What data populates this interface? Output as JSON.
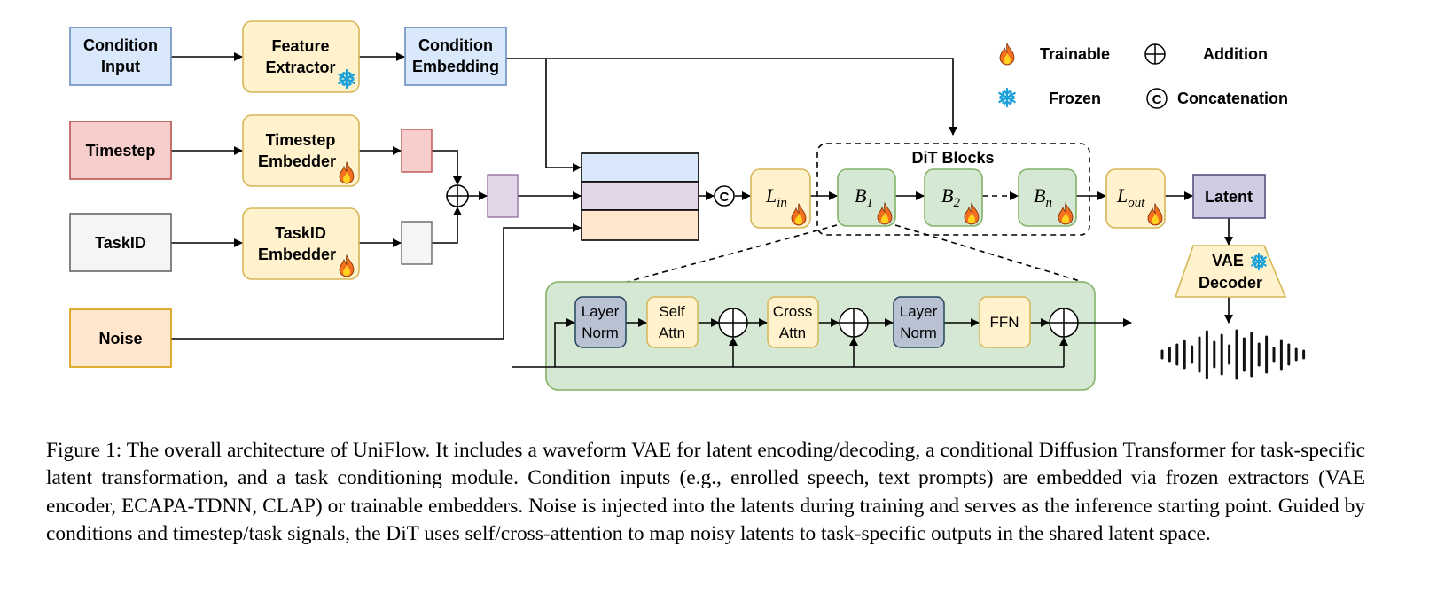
{
  "diagram": {
    "inputs": {
      "condition_input": [
        "Condition",
        "Input"
      ],
      "timestep": "Timestep",
      "taskid": "TaskID",
      "noise": "Noise"
    },
    "modules": {
      "feature_extractor": [
        "Feature",
        "Extractor"
      ],
      "condition_embedding": [
        "Condition",
        "Embedding"
      ],
      "timestep_embedder": [
        "Timestep",
        "Embedder"
      ],
      "taskid_embedder": [
        "TaskID",
        "Embedder"
      ]
    },
    "dit": {
      "group_title": "DiT Blocks",
      "l_in": {
        "base": "L",
        "sub": "in"
      },
      "l_out": {
        "base": "L",
        "sub": "out"
      },
      "b1": {
        "base": "B",
        "sub": "1"
      },
      "b2": {
        "base": "B",
        "sub": "2"
      },
      "bn": {
        "base": "B",
        "sub": "n"
      }
    },
    "detail": {
      "layer_norm_1": [
        "Layer",
        "Norm"
      ],
      "self_attn": [
        "Self",
        "Attn"
      ],
      "cross_attn": [
        "Cross",
        "Attn"
      ],
      "layer_norm_2": [
        "Layer",
        "Norm"
      ],
      "ffn": "FFN"
    },
    "output": {
      "latent": "Latent",
      "vae_decoder": [
        "VAE",
        "Decoder"
      ]
    },
    "concat_symbol": "C",
    "legend": {
      "trainable": "Trainable",
      "frozen": "Frozen",
      "addition": "Addition",
      "concatenation": "Concatenation",
      "concat_symbol": "C"
    },
    "colors": {
      "blue_fill": "#dae8fc",
      "blue_stroke": "#6c8ebf",
      "yellow_fill": "#fff2cc",
      "yellow_stroke": "#d6b656",
      "red_fill": "#f8cecc",
      "red_stroke": "#b85450",
      "gray_fill": "#f5f5f5",
      "gray_stroke": "#666666",
      "orange_fill": "#ffe6cc",
      "orange_stroke": "#d79b00",
      "green_fill": "#d5e8d4",
      "green_stroke": "#82b366",
      "purple_fill": "#e1d5e7",
      "purple_stroke": "#9673a6",
      "slate_fill": "#b9c2d3",
      "slate_stroke": "#23445d",
      "flame_outer": "#f37021",
      "flame_inner": "#ffd21f",
      "snowflake": "#1aa0d8"
    }
  },
  "caption": "Figure 1: The overall architecture of UniFlow. It includes a waveform VAE for latent encoding/decoding, a conditional Diffusion Transformer for task-specific latent transformation, and a task conditioning module. Condition inputs (e.g., enrolled speech, text prompts) are embedded via frozen extractors (VAE encoder, ECAPA-TDNN, CLAP) or trainable embedders. Noise is injected into the latents during training and serves as the inference starting point. Guided by conditions and timestep/task signals, the DiT uses self/cross-attention to map noisy latents to task-specific outputs in the shared latent space."
}
